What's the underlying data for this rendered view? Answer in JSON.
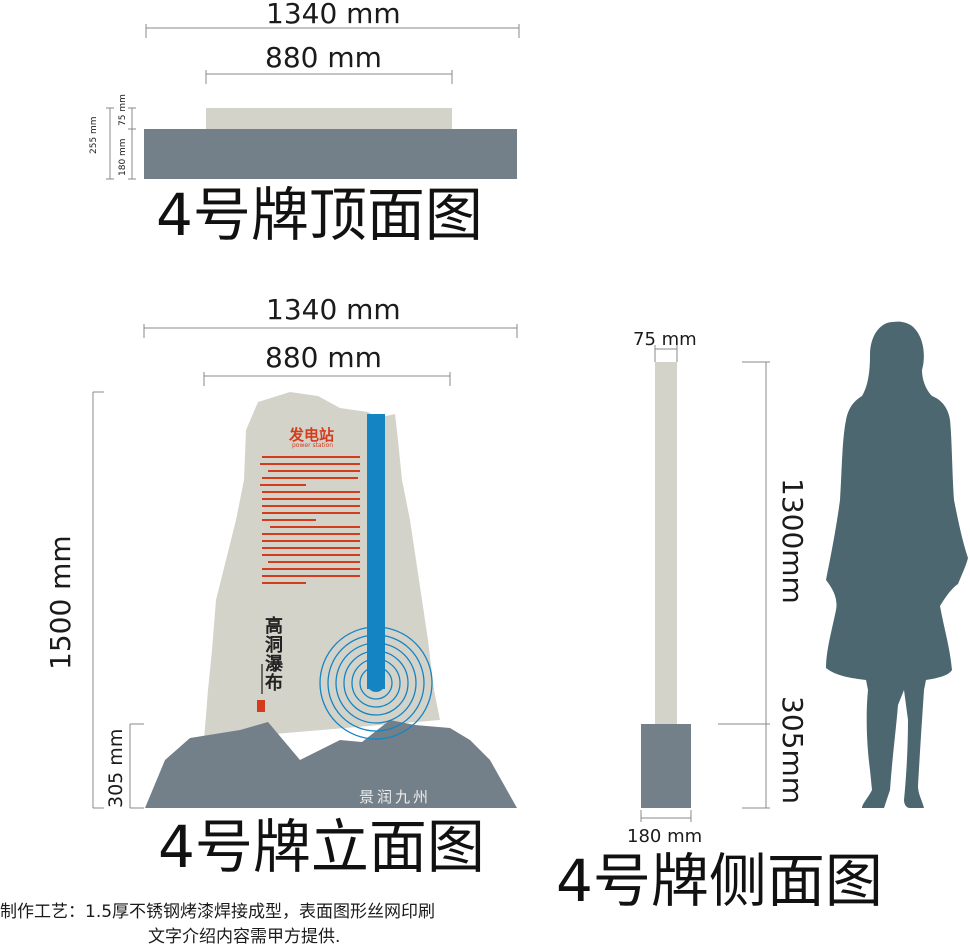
{
  "top_view": {
    "title": "4号牌顶面图",
    "width_outer": "1340 mm",
    "width_inner": "880 mm",
    "depth_total": "255 mm",
    "depth_top": "75 mm",
    "depth_base": "180 mm"
  },
  "front_view": {
    "title": "4号牌立面图",
    "width_outer": "1340 mm",
    "width_inner": "880 mm",
    "height_total": "1500 mm",
    "height_base": "305 mm",
    "sign_heading": "发电站",
    "sign_subheading": "power station",
    "brand_calligraphy": "高洞瀑布",
    "watermark": "景润九州"
  },
  "side_view": {
    "title": "4号牌侧面图",
    "top_thickness": "75 mm",
    "base_thickness": "180 mm",
    "height_upper": "1300mm",
    "height_base": "305mm"
  },
  "notes": {
    "line1": "制作工艺：1.5厚不锈钢烤漆焊接成型，表面图形丝网印刷",
    "line2": "文字介绍内容需甲方提供."
  },
  "colors": {
    "panel": "#d4d3ca",
    "base": "#748089",
    "blue": "#1584c3",
    "red_text": "#d43c1e",
    "silhouette": "#4c6770"
  }
}
